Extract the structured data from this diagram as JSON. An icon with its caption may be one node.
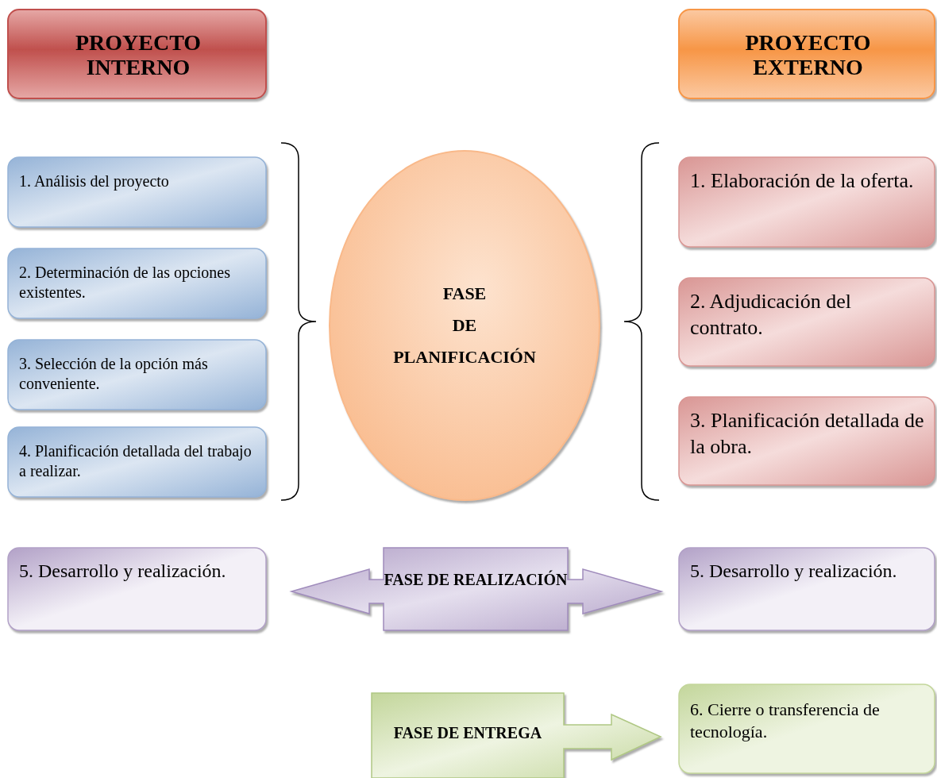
{
  "diagram": {
    "nodes": [
      {
        "text": [
          "PROYECTO INTERNO"
        ]
      },
      {
        "text": [
          "PROYECTO EXTERNO"
        ]
      },
      {
        "text": [
          "1. Análisis del proyecto"
        ]
      },
      {
        "text": [
          "2. Determinación de las opciones existentes."
        ]
      },
      {
        "text": [
          "3. Selección de la opción más conveniente."
        ]
      },
      {
        "text": [
          "4. Planificación detallada del trabajo a realizar."
        ]
      },
      {
        "text": [
          "FASE",
          "DE",
          "PLANIFICACIÓN"
        ]
      },
      {
        "text": [
          "1. Elaboración de la oferta."
        ]
      },
      {
        "text": [
          "2. Adjudicación del contrato."
        ]
      },
      {
        "text": [
          "3. Planificación detallada de la obra."
        ]
      },
      {
        "text": [
          "5. Desarrollo y realización."
        ]
      },
      {
        "text": [
          "FASE DE REALIZACIÓN"
        ]
      },
      {
        "text": [
          "5. Desarrollo y realización."
        ]
      },
      {
        "text": [
          "FASE DE ENTREGA"
        ]
      },
      {
        "text": [
          "6. Cierre o transferencia de tecnología."
        ]
      }
    ]
  }
}
